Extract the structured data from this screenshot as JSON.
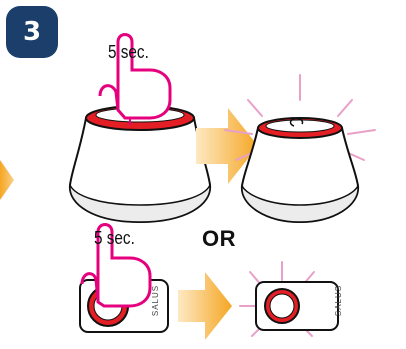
{
  "step": {
    "number": "3"
  },
  "hold": {
    "top_label": "5 sec.",
    "bottom_label": "5 sec."
  },
  "separator": "OR",
  "device": {
    "brand_left": "SALUS",
    "brand_right": "SALUS"
  },
  "colors": {
    "badge": "#1b3e6b",
    "ring": "#e31e24",
    "arrow": "#f5a623",
    "hand": "#e5007e",
    "glow": "#e8a0c8"
  }
}
